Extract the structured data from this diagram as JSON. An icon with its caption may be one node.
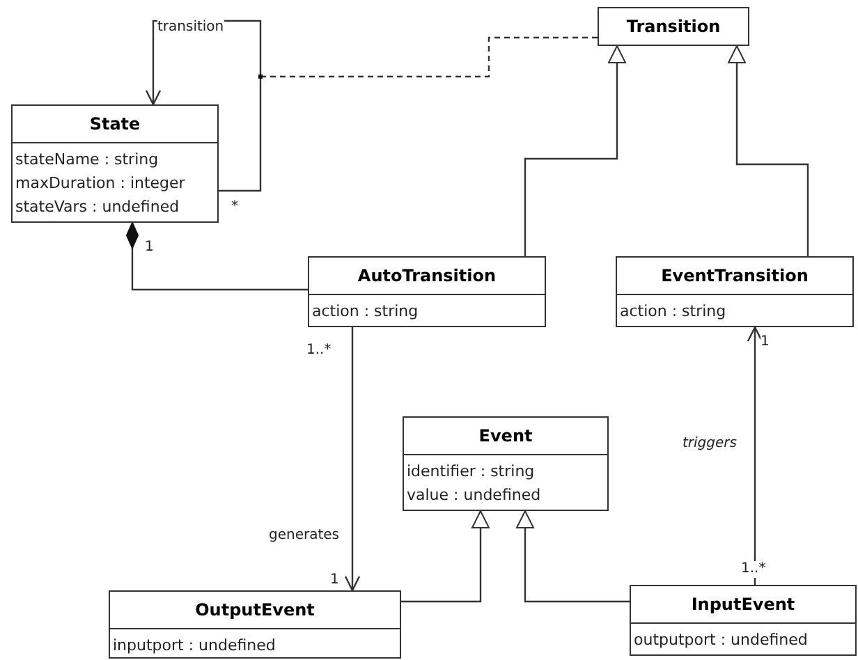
{
  "diagram": {
    "nodes": [
      {
        "text": [
          "State",
          "stateName : string",
          "maxDuration : integer",
          "stateVars : undefined"
        ]
      },
      {
        "text": [
          "Transition"
        ]
      },
      {
        "text": [
          "AutoTransition",
          "action : string"
        ]
      },
      {
        "text": [
          "EventTransition",
          "action : string"
        ]
      },
      {
        "text": [
          "Event",
          "identifier : string",
          "value : undefined"
        ]
      },
      {
        "text": [
          "OutputEvent",
          "inputport : undefined"
        ]
      },
      {
        "text": [
          "InputEvent",
          "outputport : undefined"
        ]
      }
    ],
    "edges": [
      {
        "from": 0,
        "to": 0,
        "arrow": "to",
        "label": "transition"
      },
      {
        "from": null,
        "to": 1,
        "arrow": "other",
        "style": "dashed"
      },
      {
        "from": 2,
        "to": 0,
        "arrow": "other"
      },
      {
        "from": 2,
        "to": 1,
        "arrow": "to"
      },
      {
        "from": 3,
        "to": 1,
        "arrow": "to"
      },
      {
        "from": 2,
        "to": 5,
        "arrow": "to",
        "label": "generates"
      },
      {
        "from": 5,
        "to": 4,
        "arrow": "to"
      },
      {
        "from": 6,
        "to": 4,
        "arrow": "to"
      },
      {
        "from": 6,
        "to": 3,
        "arrow": "to",
        "label": "triggers"
      }
    ],
    "labels": [
      "*",
      "1",
      "1",
      "1..*",
      "1..*",
      "1"
    ]
  }
}
